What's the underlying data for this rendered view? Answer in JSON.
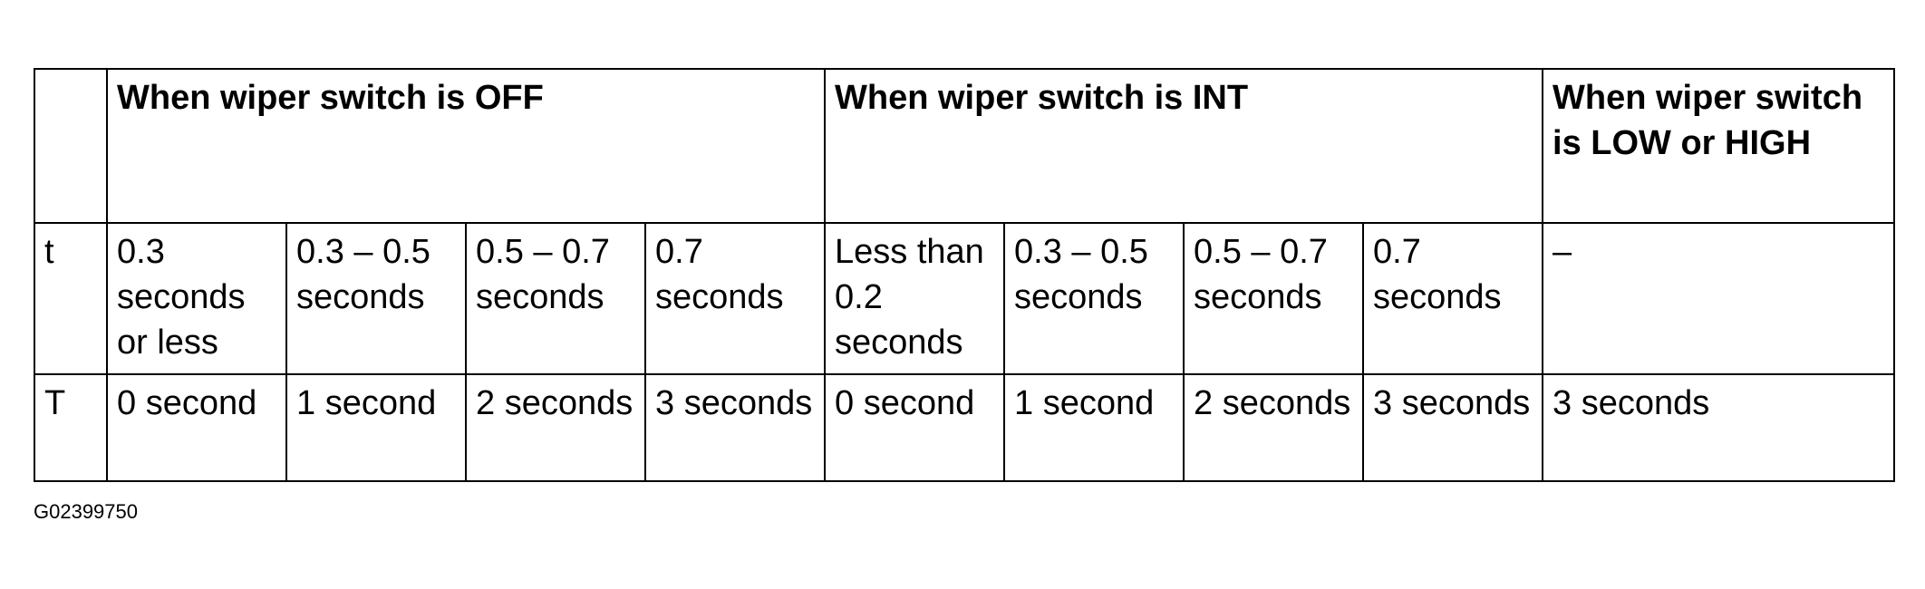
{
  "table": {
    "headers": {
      "corner": "",
      "off": "When wiper switch is OFF",
      "int": "When wiper switch is INT",
      "lowhigh": "When wiper switch is LOW or HIGH"
    },
    "row_t": {
      "label": "t",
      "off": [
        "0.3 seconds or less",
        "0.3 – 0.5 seconds",
        "0.5 – 0.7 seconds",
        "0.7 seconds"
      ],
      "int": [
        "Less than 0.2 seconds",
        "0.3 – 0.5 seconds",
        "0.5 – 0.7 seconds",
        "0.7 seconds"
      ],
      "lowhigh": "–"
    },
    "row_T": {
      "label": "T",
      "off": [
        "0 second",
        "1 second",
        "2 seconds",
        "3 seconds"
      ],
      "int": [
        "0 second",
        "1 second",
        "2 seconds",
        "3 seconds"
      ],
      "lowhigh": "3 seconds"
    }
  },
  "figure_id": "G02399750"
}
